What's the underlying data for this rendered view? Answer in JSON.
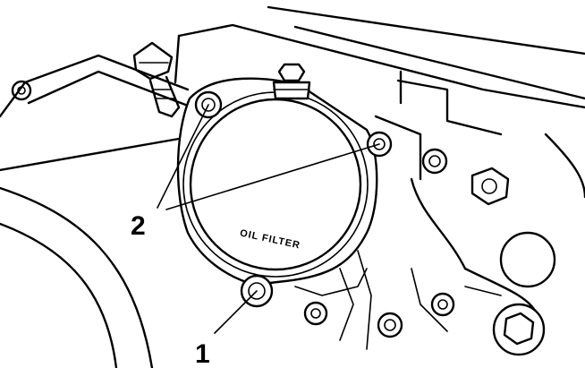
{
  "filter_cover": {
    "label": "OIL FILTER"
  },
  "callouts": [
    {
      "id": "1",
      "label": "1"
    },
    {
      "id": "2",
      "label": "2"
    }
  ],
  "colors": {
    "line": "#000000",
    "background": "#ffffff"
  }
}
